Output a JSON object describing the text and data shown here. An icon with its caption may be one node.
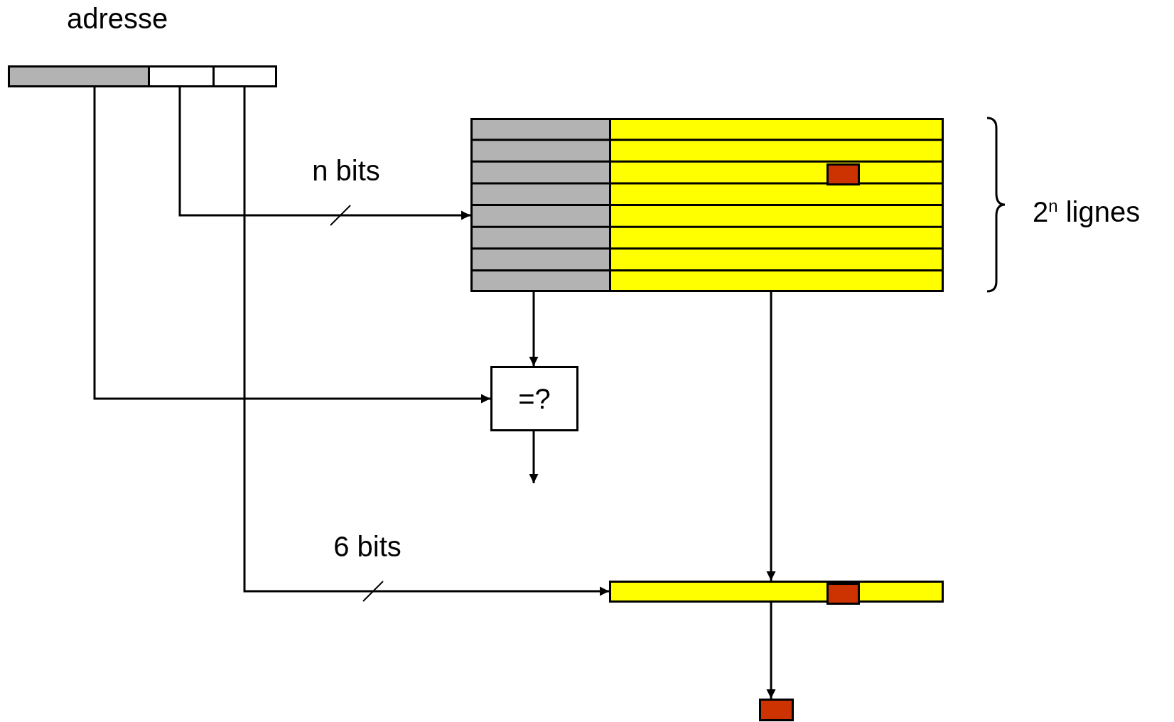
{
  "diagram": {
    "nodes": [
      {
        "text": [
          "adresse"
        ]
      },
      {
        "text": [],
        "shape": "box",
        "in": 0
      },
      {
        "text": [],
        "shape": "box",
        "in": 0
      },
      {
        "text": [],
        "shape": "box",
        "in": 0
      },
      {
        "text": [],
        "shape": "box"
      },
      {
        "text": [],
        "shape": "box",
        "in": 4
      },
      {
        "text": [],
        "shape": "box",
        "in": 4
      },
      {
        "text": [],
        "shape": "box",
        "in": 6
      },
      {
        "text": [
          "=?"
        ]
      },
      {
        "text": [],
        "shape": "box"
      },
      {
        "text": [],
        "shape": "box",
        "in": 9
      },
      {
        "text": [],
        "shape": "box"
      }
    ],
    "edges": [
      {
        "from": 2,
        "to": 4,
        "arrow": "to",
        "label": "n bits"
      },
      {
        "from": 1,
        "to": 8,
        "arrow": "to"
      },
      {
        "from": 5,
        "to": 8,
        "arrow": "to"
      },
      {
        "from": 8,
        "to": null,
        "arrow": "to"
      },
      {
        "from": 3,
        "to": 9,
        "arrow": "to",
        "label": "6 bits"
      },
      {
        "from": 6,
        "to": 9,
        "arrow": "to"
      },
      {
        "from": 9,
        "to": 11,
        "arrow": "to"
      }
    ],
    "labels": [
      "2$^{n}$ lignes"
    ]
  }
}
